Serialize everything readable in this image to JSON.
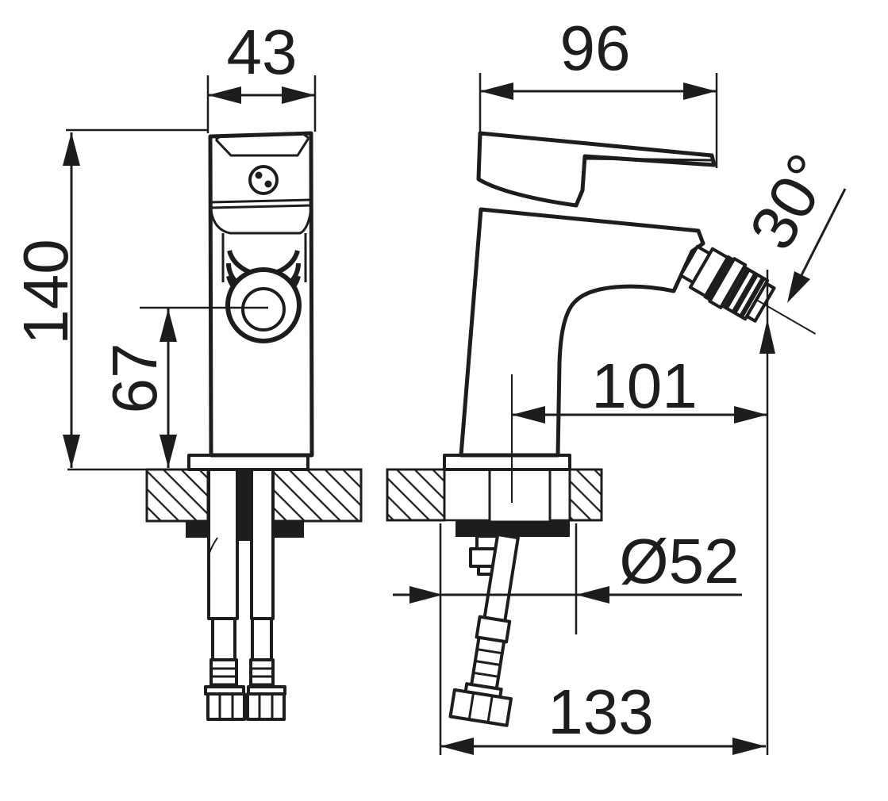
{
  "drawing": {
    "type": "technical-dimension-drawing",
    "subject": "single-lever bidet mixer tap, front and side orthographic views with mounting hardware below mounting deck"
  },
  "dims": {
    "handle_width": "43",
    "lever_length": "96",
    "total_height": "140",
    "outlet_height": "67",
    "outlet_angle": "30°",
    "spout_reach": "101",
    "base_diameter": "Ø52",
    "overall_depth": "133"
  },
  "colors": {
    "line": "#1d1d1d",
    "background": "#ffffff"
  }
}
